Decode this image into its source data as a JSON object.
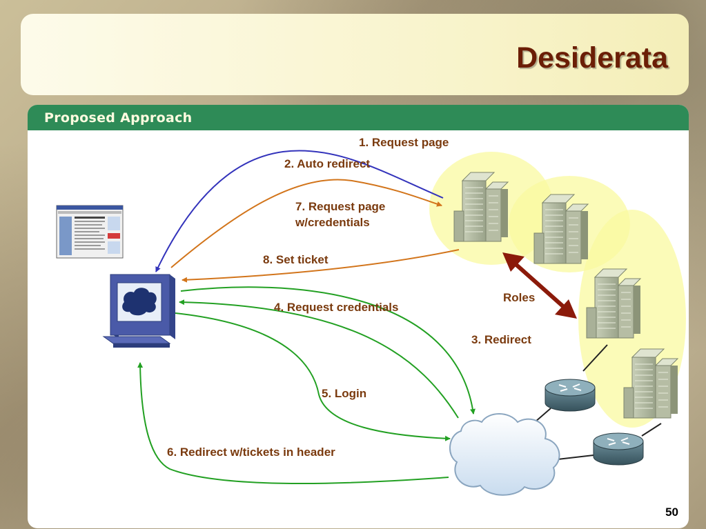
{
  "slide": {
    "title": "Desiderata",
    "section_title": "Proposed Approach",
    "page_number": "50"
  },
  "labels": {
    "step1": "1. Request page",
    "step2": "2. Auto redirect",
    "step7_line1": "7. Request page",
    "step7_line2": "w/credentials",
    "step8": "8. Set ticket",
    "roles": "Roles",
    "step4": "4. Request credentials",
    "step3": "3. Redirect",
    "step5": "5. Login",
    "step6": "6. Redirect w/tickets in header"
  },
  "colors": {
    "title": "#6b1e06",
    "section_bar": "#2e8b57",
    "label_text": "#7a3a0e",
    "blue_arrow": "#3333bb",
    "orange_arrow": "#d2741a",
    "green_arrow": "#22a022",
    "roles_arrow": "#8b1a0a",
    "server_zone": "#fafaa0"
  },
  "icons": {
    "computer": "workstation-icon",
    "webpage": "webpage-thumbnail-icon",
    "server": "server-building-icon",
    "cloud": "network-cloud-icon",
    "router": "router-icon"
  }
}
